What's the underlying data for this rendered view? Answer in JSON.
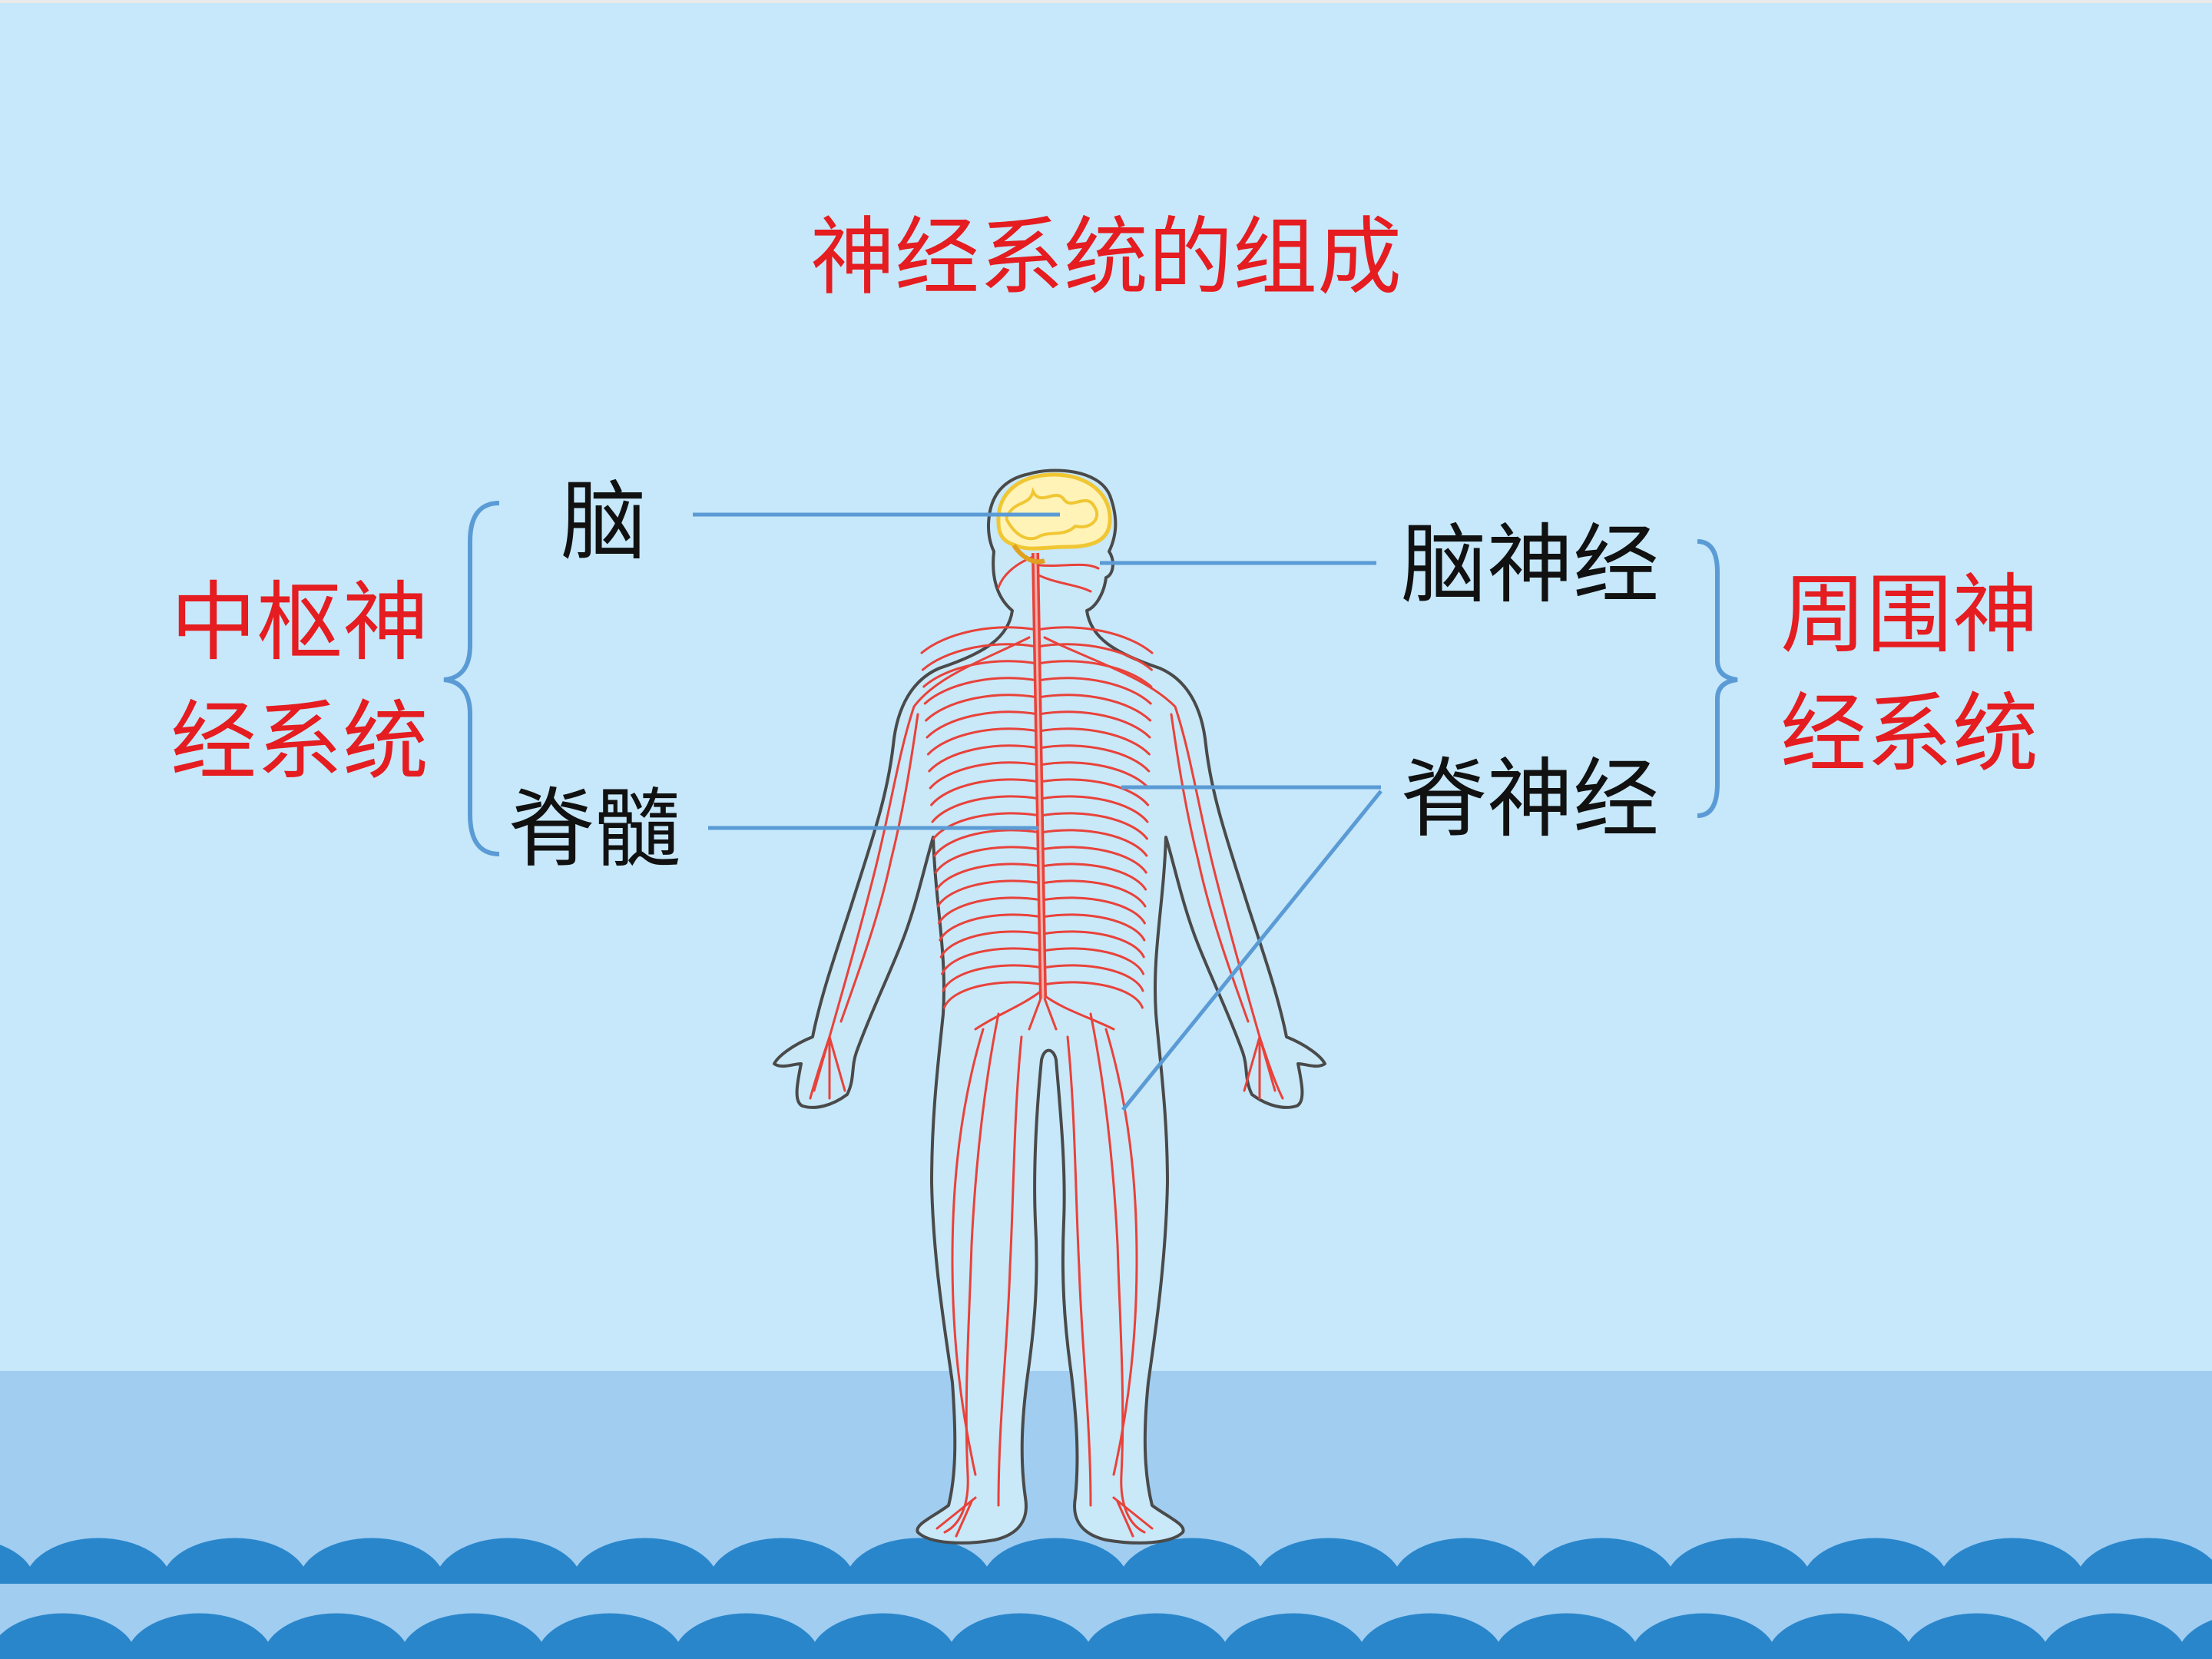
{
  "title": "神经系统的组成",
  "cns": {
    "line1": "中枢神",
    "line2": "经系统"
  },
  "pns": {
    "line1": "周围神",
    "line2": "经系统"
  },
  "parts": {
    "brain": "脑",
    "spinal_cord": "脊髓",
    "cranial_nerves": "脑神经",
    "spinal_nerves": "脊神经"
  },
  "colors": {
    "background": "#c6e8fa",
    "ground_band": "#a0cdf0",
    "wave": "#2a86cb",
    "title_red": "#e51c20",
    "label_black": "#111111",
    "leader": "#5b9bd5",
    "nerve": "#e8423a",
    "brain": "#f0c733",
    "outline": "#444444"
  }
}
